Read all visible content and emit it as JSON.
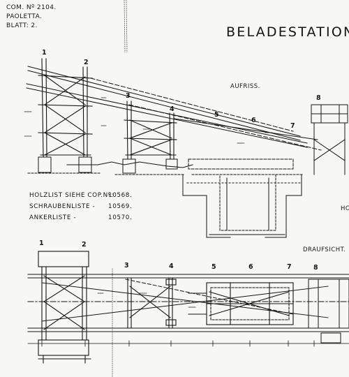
{
  "header": {
    "com_number": "COM. Nº 2104.",
    "project": "PAOLETTA.",
    "sheet": "BLATT: 2."
  },
  "title": "BELADESTATION.",
  "views": {
    "elevation": "AUFRISS.",
    "plan": "DRAUFSICHT.",
    "cut_label": "HO"
  },
  "lists": [
    {
      "name": "HOLZLIST SIEHE COP.Nº:",
      "value": "10568."
    },
    {
      "name": "SCHRAUBENLISTE    -",
      "value": "10569."
    },
    {
      "name": "ANKERLISTE        -",
      "value": "10570."
    }
  ],
  "elevation_supports": [
    "1",
    "2",
    "3",
    "4",
    "5",
    "6",
    "7",
    "8"
  ],
  "plan_supports": [
    "1",
    "2",
    "3",
    "4",
    "5",
    "6",
    "7",
    "8"
  ],
  "colors": {
    "ink": "#141414",
    "paper": "#f7f7f4"
  }
}
